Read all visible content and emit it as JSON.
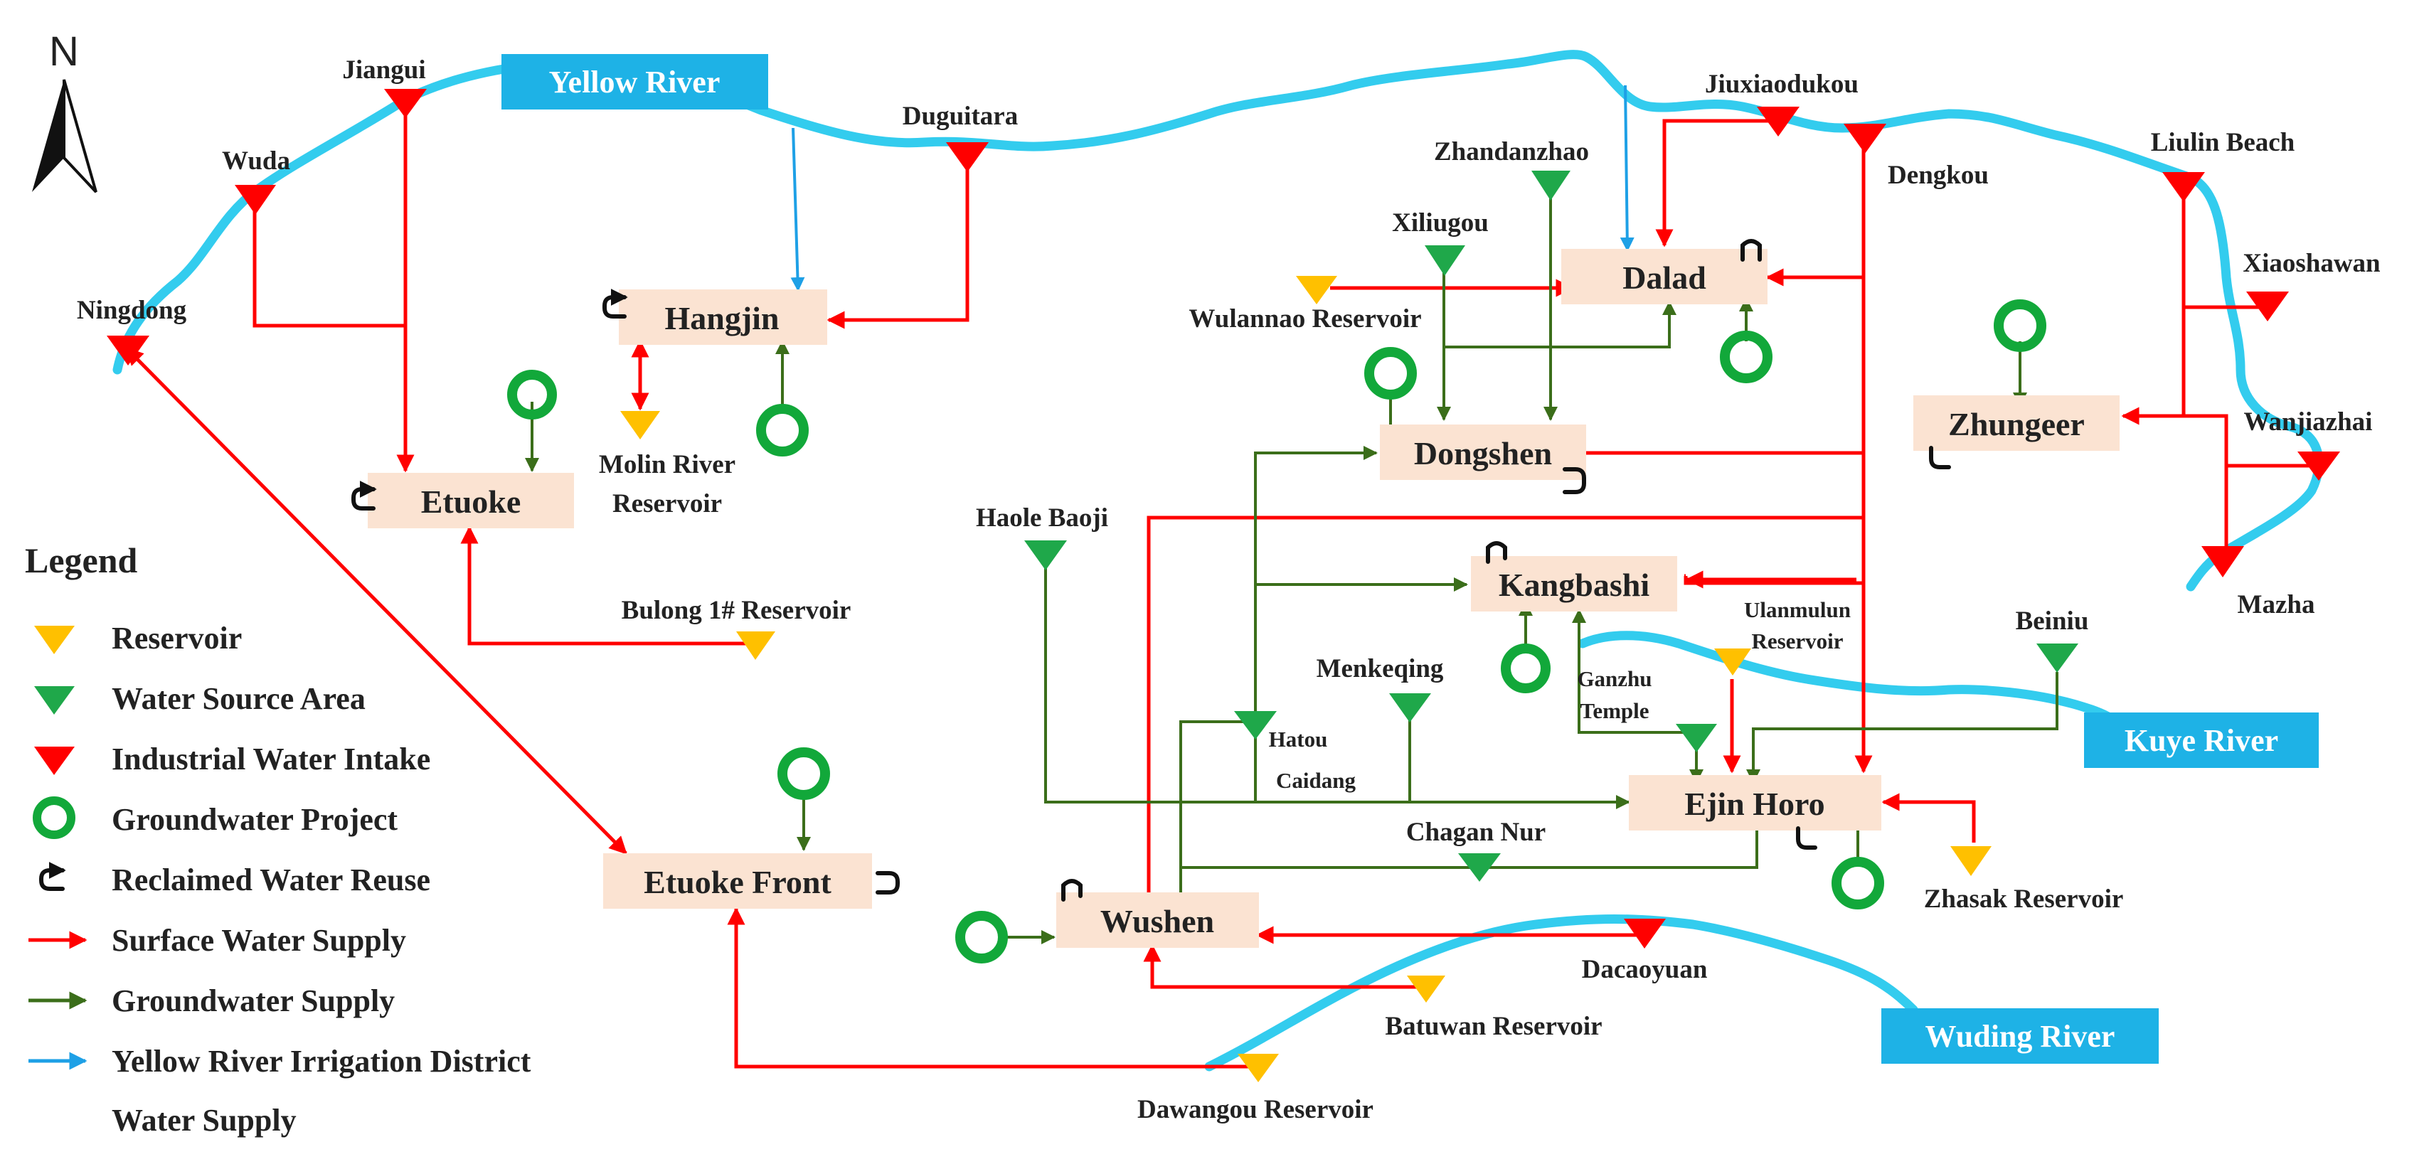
{
  "north": "N",
  "colors": {
    "river": "#33CCEE",
    "river_label_bg": "#1EB2E6",
    "node_box": "#FBE3D2",
    "reservoir": "#FFC000",
    "water_source": "#1FA84A",
    "industrial": "#FF0000",
    "groundwater": "#12A83A",
    "surface_line": "#FF0000",
    "ground_line": "#3B6E1A",
    "irrigation_line": "#1EA0E6",
    "reuse": "#111111"
  },
  "rivers": {
    "yellow": "Yellow River",
    "kuye": "Kuye River",
    "wuding": "Wuding River"
  },
  "nodes": {
    "hangjin": "Hangjin",
    "etuoke": "Etuoke",
    "dalad": "Dalad",
    "dongshen": "Dongshen",
    "zhungeer": "Zhungeer",
    "kangbashi": "Kangbashi",
    "ejin_horo": "Ejin Horo",
    "etuoke_front": "Etuoke Front",
    "wushen": "Wushen"
  },
  "labels": {
    "jiangui": "Jiangui",
    "wuda": "Wuda",
    "ningdong": "Ningdong",
    "duguitara": "Duguitara",
    "molin": "Molin River",
    "molin2": "Reservoir",
    "bulong": "Bulong 1# Reservoir",
    "jiuxiaodukou": "Jiuxiaodukou",
    "dengkou": "Dengkou",
    "zhandanzhao": "Zhandanzhao",
    "xiliugou": "Xiliugou",
    "wulannao": "Wulannao Reservoir",
    "liulin": "Liulin Beach",
    "xiaoshawan": "Xiaoshawan",
    "wanjiazhai": "Wanjiazhai",
    "mazha": "Mazha",
    "haole": "Haole Baoji",
    "ulanmulun": "Ulanmulun",
    "ulanmulun2": "Reservoir",
    "beiniu": "Beiniu",
    "menkeqing": "Menkeqing",
    "ganzhu": "Ganzhu",
    "ganzhu2": "Temple",
    "hatou": "Hatou",
    "hatou2": "Caidang",
    "chagan": "Chagan Nur",
    "zhasak": "Zhasak Reservoir",
    "dacaoyuan": "Dacaoyuan",
    "batuwan": "Batuwan Reservoir",
    "dawangou": "Dawangou Reservoir"
  },
  "legend": {
    "title": "Legend",
    "reservoir": "Reservoir",
    "water_source": "Water Source Area",
    "industrial": "Industrial Water Intake",
    "groundwater": "Groundwater Project",
    "reuse": "Reclaimed Water Reuse",
    "surface": "Surface Water Supply",
    "ground": "Groundwater Supply",
    "irrigation": "Yellow River Irrigation District",
    "irrigation2": "Water Supply"
  }
}
